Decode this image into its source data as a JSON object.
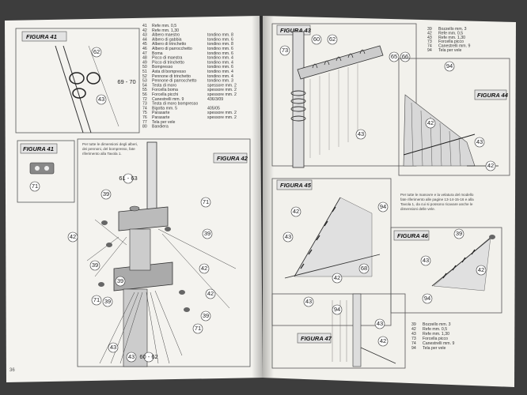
{
  "left_page": {
    "page_number": "36",
    "fig41": {
      "title": "FIGURA 41",
      "labels": [
        "62",
        "43",
        "69 - 70"
      ]
    },
    "fig41b": {
      "title": "FIGURA 41",
      "labels": [
        "71"
      ]
    },
    "fig42": {
      "title": "FIGURA 42",
      "note": [
        "Per tutte le dimensioni degli alberi,",
        "dei pennoni, del bompresso, fate",
        "riferimento alla Tavola 1."
      ],
      "labels": [
        "61 - 63",
        "71",
        "39",
        "39",
        "42",
        "39",
        "42",
        "39",
        "71",
        "39",
        "42",
        "39",
        "71",
        "43",
        "60 - 62",
        "43"
      ]
    },
    "parts_list": [
      {
        "num": "41",
        "name": "Refe mm. 0,5",
        "note": ""
      },
      {
        "num": "42",
        "name": "Refe mm. 1,30",
        "note": ""
      },
      {
        "num": "43",
        "name": "Albero maestro",
        "note": "tondino mm. 8"
      },
      {
        "num": "44",
        "name": "Albero di gabbia",
        "note": "tondino mm. 6"
      },
      {
        "num": "45",
        "name": "Albero di trinchetto",
        "note": "tondino mm. 8"
      },
      {
        "num": "46",
        "name": "Albero di parrocchetto",
        "note": "tondino mm. 6"
      },
      {
        "num": "47",
        "name": "Boma",
        "note": "tondino mm. 6"
      },
      {
        "num": "48",
        "name": "Picco di maestra",
        "note": "tondino mm. 4"
      },
      {
        "num": "49",
        "name": "Picco di trinchetto",
        "note": "tondino mm. 4"
      },
      {
        "num": "50",
        "name": "Bompresso",
        "note": "tondino mm. 6"
      },
      {
        "num": "51",
        "name": "Asta di bompresso",
        "note": "tondino mm. 4"
      },
      {
        "num": "52",
        "name": "Pennone di trinchetto",
        "note": "tondino mm. 4"
      },
      {
        "num": "53",
        "name": "Pennone di parrocchetto",
        "note": "tondino mm. 3"
      },
      {
        "num": "54",
        "name": "Testa di moro",
        "note": "spessore mm. 2"
      },
      {
        "num": "55",
        "name": "Forcella boma",
        "note": "spessore mm. 2"
      },
      {
        "num": "56",
        "name": "Forcella picchi",
        "note": "spessore mm. 2"
      },
      {
        "num": "72",
        "name": "Canestrelli mm. 9",
        "note": "436/3/09"
      },
      {
        "num": "73",
        "name": "Testa di moro bompresso",
        "note": ""
      },
      {
        "num": "74",
        "name": "Bigotta mm. 5",
        "note": "405/05"
      },
      {
        "num": "75",
        "name": "Parasarte",
        "note": "spessore mm. 2"
      },
      {
        "num": "76",
        "name": "Parasarte",
        "note": "spessore mm. 2"
      },
      {
        "num": "77",
        "name": "Tela per vele",
        "note": ""
      },
      {
        "num": "80",
        "name": "Bandiera",
        "note": ""
      }
    ]
  },
  "right_page": {
    "fig43": {
      "title": "FIGURA 43",
      "labels": [
        "73",
        "60",
        "62",
        "65",
        "66",
        "43"
      ]
    },
    "fig44": {
      "title": "FIGURA 44",
      "labels": [
        "94",
        "42",
        "43",
        "42"
      ]
    },
    "fig45": {
      "title": "FIGURA 45",
      "note": [
        "Per tutte le manovre e la velatura del modello",
        "fate riferimento alle pagine 13-14-15-16 e alla",
        "Tavola 1, da cui si possono ricavare anche le",
        "dimensioni delle vele."
      ],
      "labels": [
        "42",
        "94",
        "43",
        "42",
        "68",
        "43"
      ]
    },
    "fig46": {
      "title": "FIGURA 46",
      "labels": [
        "39",
        "43",
        "42",
        "94"
      ]
    },
    "fig47": {
      "title": "FIGURA 47",
      "labels": [
        "94",
        "43",
        "42"
      ]
    },
    "top_list": [
      {
        "num": "39",
        "name": "Bozzello mm. 3"
      },
      {
        "num": "42",
        "name": "Refe mm. 0,5"
      },
      {
        "num": "43",
        "name": "Refe mm. 1,30"
      },
      {
        "num": "73",
        "name": "Forcella picco"
      },
      {
        "num": "74",
        "name": "Canestrelli mm. 9"
      },
      {
        "num": "94",
        "name": "Tela per vele"
      }
    ],
    "bottom_list": [
      {
        "num": "39",
        "name": "Bozzello mm. 3"
      },
      {
        "num": "42",
        "name": "Refe mm. 0,5"
      },
      {
        "num": "43",
        "name": "Refe mm. 1,30"
      },
      {
        "num": "73",
        "name": "Forcella picco"
      },
      {
        "num": "74",
        "name": "Canestrelli mm. 9"
      },
      {
        "num": "94",
        "name": "Tela per vele"
      }
    ]
  }
}
